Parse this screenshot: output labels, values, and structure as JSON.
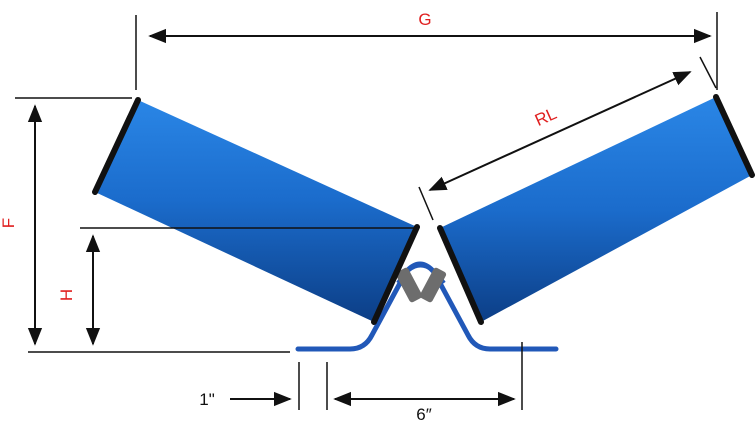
{
  "labels": {
    "G": "G",
    "RL": "RL",
    "F": "F",
    "H": "H",
    "one_inch": "1\"",
    "six_inch": "6″"
  },
  "colors": {
    "roller_blue": "#1a6fd0",
    "roller_dark": "#0b3f86",
    "frame_blue": "#2158b8",
    "dimension_red": "#e02020",
    "line_black": "#111111"
  }
}
